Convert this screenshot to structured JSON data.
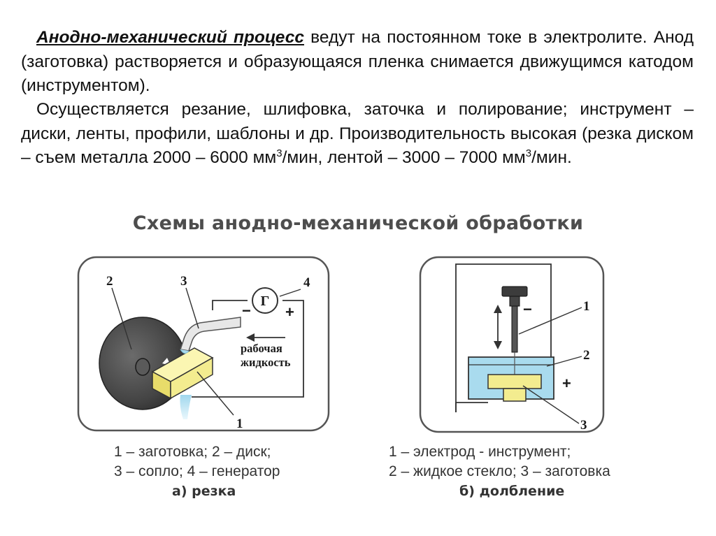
{
  "text": {
    "p1_term": "Анодно-механический процесс",
    "p1_rest": " ведут на постоянном токе в электролите. Анод (заготовка) растворяется и образующаяся пленка снимается движущимся катодом (инструментом).",
    "p2_a": "Осуществляется резание, шлифовка, заточка и полирование; инструмент – диски, ленты, профили, шаблоны и др. Производительность высокая (резка диском – съем металла 2000 – 6000 мм",
    "p2_sup1": "3",
    "p2_b": "/мин, лентой – 3000 – 7000 мм",
    "p2_sup2": "3",
    "p2_c": "/мин."
  },
  "figure": {
    "title": "Схемы анодно-механической обработки",
    "panel_a": {
      "num_1": "1",
      "num_2": "2",
      "num_3": "3",
      "num_4": "4",
      "generator": "Г",
      "minus": "−",
      "plus": "+",
      "fluid_line1": "рабочая",
      "fluid_line2": "жидкость",
      "legend_line1": "1 – заготовка; 2 – диск;",
      "legend_line2": "3 – сопло; 4 – генератор",
      "caption": "а) резка"
    },
    "panel_b": {
      "num_1": "1",
      "num_2": "2",
      "num_3": "3",
      "minus": "−",
      "plus": "+",
      "legend_line1": "1 – электрод - инструмент;",
      "legend_line2": "2 – жидкое стекло; 3 – заготовка",
      "caption": "б) долбление"
    }
  },
  "colors": {
    "workpiece": "#f3ec8f",
    "disk": "#4a4a4a",
    "liquid": "#a9dbee",
    "panel_border": "#555555",
    "title": "#4d4d4d"
  }
}
